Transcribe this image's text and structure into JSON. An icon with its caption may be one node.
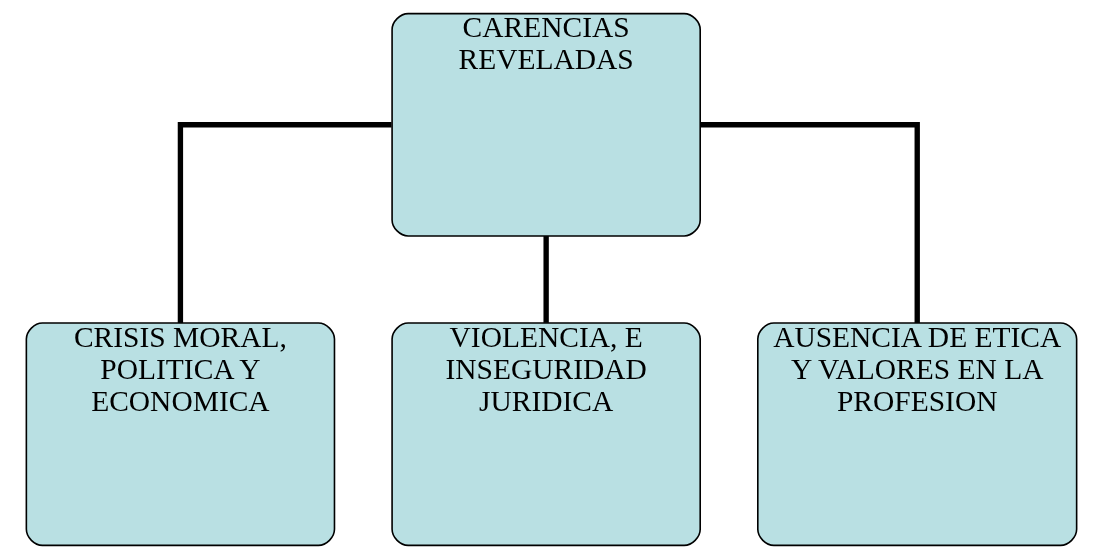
{
  "diagram": {
    "nodes": [
      {
        "text": [
          "CARENCIAS REVELADAS"
        ]
      },
      {
        "text": [
          "CRISIS MORAL, POLITICA Y ECONOMICA"
        ]
      },
      {
        "text": [
          "VIOLENCIA, E INSEGURIDAD JURIDICA"
        ]
      },
      {
        "text": [
          "AUSENCIA DE ETICA Y VALORES EN LA PROFESION"
        ]
      }
    ],
    "edges": [
      {
        "from": 0,
        "to": 1,
        "arrow": "none"
      },
      {
        "from": 0,
        "to": 2,
        "arrow": "none"
      },
      {
        "from": 0,
        "to": 3,
        "arrow": "none"
      }
    ]
  }
}
